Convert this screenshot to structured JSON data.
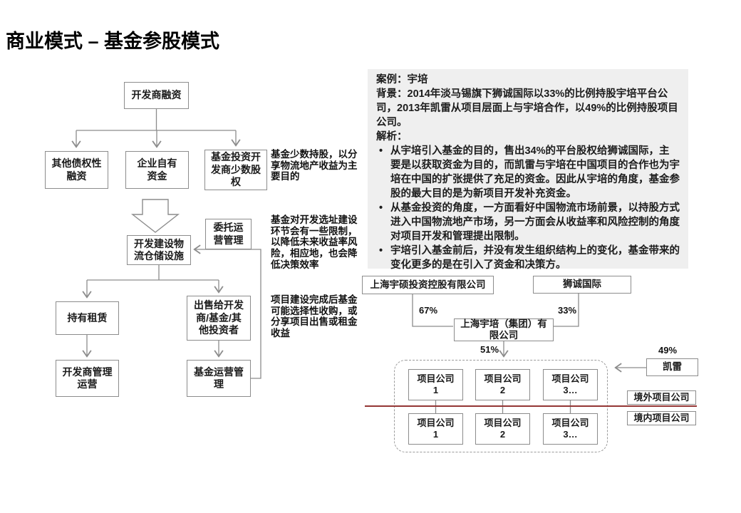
{
  "title": "商业模式 – 基金参股模式",
  "colors": {
    "accent_red": "#943634",
    "line_gray": "#8c8c8c",
    "panel_bg": "#efefef"
  },
  "flowchart": {
    "nodes": {
      "financing": "开发商融资",
      "debt": "其他债权性\n融资",
      "own_funds": "企业自有\n资金",
      "fund_minority": "基金投资开\n发商少数股\n权",
      "develop": "开发建设物\n流仓储设施",
      "entrusted": "委托运\n营管理",
      "hold_lease": "持有租赁",
      "sell": "出售给开发\n商/基金/其\n他投资者",
      "developer_ops": "开发商管理\n运营",
      "fund_ops": "基金运营管\n理"
    },
    "annotations": [
      "基金少数持股，以分享物流地产收益为主要目的",
      "基金对开发选址建设环节会有一些限制，以降低未来收益率风险，相应地，也会降低决策效率",
      "项目建设完成后基金可能选择性收购，或分享项目出售或租金收益"
    ]
  },
  "case_panel": {
    "case_label": "案例：宇培",
    "background": "背景：2014年淡马锡旗下狮诚国际以33%的比例持股宇培平台公司，2013年凯雷从项目层面上与宇培合作，以49%的比例持股项目公司。",
    "analysis_label": "解析：",
    "bullets": [
      "从宇培引入基金的目的，售出34%的平台股权给狮诚国际，主要是以获取资金为目的，而凯雷与宇培在中国项目的合作也为宇培在中国的扩张提供了充足的资金。因此从宇培的角度，基金参股的最大目的是为新项目开发补充资金。",
      "从基金投资的角度，一方面看好中国物流市场前景，以持股方式进入中国物流地产市场，另一方面会从收益率和风险控制的角度对项目开发和管理提出限制。",
      "宇培引入基金前后，并没有发生组织结构上的变化，基金带来的变化更多的是在引入了资金和决策方。"
    ]
  },
  "org_chart": {
    "yushuo": "上海宇硕投资控股有限公司",
    "shicheng": "狮诚国际",
    "yupei": "上海宇培（集团）有\n限公司",
    "kailei": "凯雷",
    "offshore": "境外项目公司",
    "onshore": "境内项目公司",
    "pct_left": "67%",
    "pct_right": "33%",
    "pct_down": "51%",
    "pct_kailei": "49%",
    "projects": [
      "项目公司\n1",
      "项目公司\n2",
      "项目公司\n3…"
    ]
  }
}
